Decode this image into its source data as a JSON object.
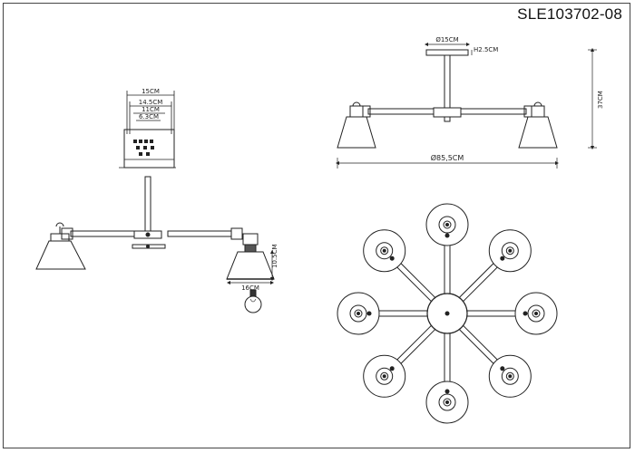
{
  "model_code": "SLE103702-08",
  "dims": {
    "top_width": "15CM",
    "width_145": "14.5CM",
    "width_11": "11CM",
    "width_63": "6.3CM",
    "canopy_diameter": "Ø15CM",
    "canopy_height": "H2.5CM",
    "height": "37CM",
    "span": "Ø85,5CM",
    "shade_height": "10.5CM",
    "shade_width": "16CM"
  }
}
